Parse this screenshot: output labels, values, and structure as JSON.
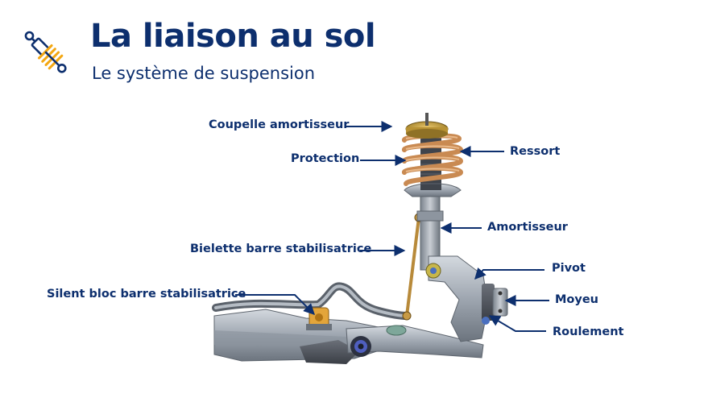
{
  "header": {
    "title": "La liaison au sol",
    "subtitle": "Le système de suspension"
  },
  "colors": {
    "brand_navy": "#0d2f6e",
    "accent_orange": "#f3a712",
    "spring_copper": "#c98a52",
    "metal_grey": "#9aa3ad"
  },
  "icons": {
    "logo": "shock-absorber-icon"
  },
  "labels": {
    "coupelle": "Coupelle amortisseur",
    "protection": "Protection",
    "ressort": "Ressort",
    "amortisseur": "Amortisseur",
    "bielette": "Bielette barre stabilisatrice",
    "pivot": "Pivot",
    "silent_bloc": "Silent bloc barre stabilisatrice",
    "moyeu": "Moyeu",
    "roulement": "Roulement"
  }
}
